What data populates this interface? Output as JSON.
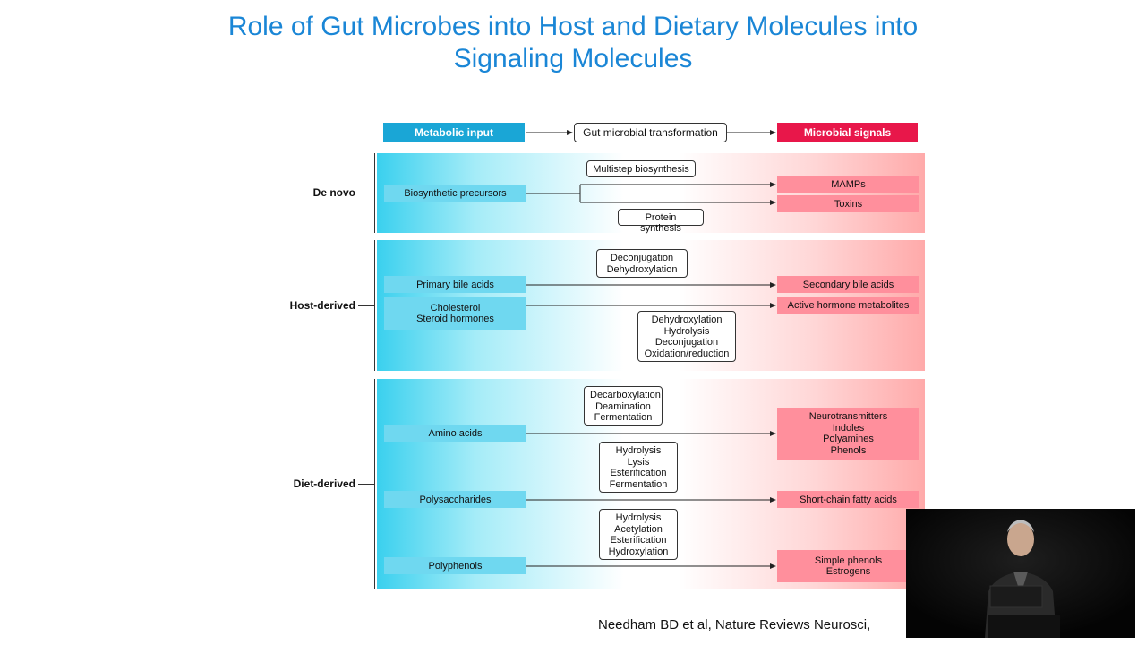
{
  "slide": {
    "title_line1": "Role of Gut Microbes into Host and Dietary Molecules into",
    "title_line2": "Signaling Molecules",
    "citation": "Needham BD et al, Nature Reviews Neurosci,"
  },
  "diagram": {
    "header": {
      "input": "Metabolic input",
      "transformation": "Gut microbial transformation",
      "output": "Microbial signals"
    },
    "sections": {
      "de_novo": {
        "label": "De novo",
        "input": "Biosynthetic precursors",
        "callout_top": "Multistep biosynthesis",
        "callout_bottom": "Protein synthesis",
        "outputs": [
          "MAMPs",
          "Toxins"
        ]
      },
      "host_derived": {
        "label": "Host-derived",
        "input_1": "Primary bile acids",
        "input_2": [
          "Cholesterol",
          "Steroid hormones"
        ],
        "callout_top": [
          "Deconjugation",
          "Dehydroxylation"
        ],
        "callout_bottom": [
          "Dehydroxylation",
          "Hydrolysis",
          "Deconjugation",
          "Oxidation/reduction"
        ],
        "output_1": "Secondary bile acids",
        "output_2": "Active hormone metabolites"
      },
      "diet_derived": {
        "label": "Diet-derived",
        "input_1": "Amino acids",
        "input_2": "Polysaccharides",
        "input_3": "Polyphenols",
        "callout_1": [
          "Decarboxylation",
          "Deamination",
          "Fermentation"
        ],
        "callout_2": [
          "Hydrolysis",
          "Lysis",
          "Esterification",
          "Fermentation"
        ],
        "callout_3": [
          "Hydrolysis",
          "Acetylation",
          "Esterification",
          "Hydroxylation"
        ],
        "output_1": [
          "Neurotransmitters",
          "Indoles",
          "Polyamines",
          "Phenols"
        ],
        "output_2": "Short-chain fatty acids",
        "output_3": [
          "Simple phenols",
          "Estrogens"
        ]
      }
    }
  },
  "colors": {
    "title": "#1a86d6",
    "input_accent": "#1aa6d6",
    "output_accent": "#e8174a",
    "input_box": "#6fd8f0",
    "output_box": "#ff8f9c"
  }
}
